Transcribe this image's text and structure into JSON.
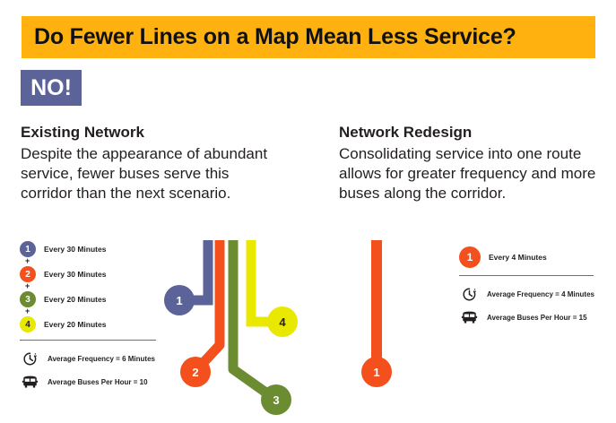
{
  "banner": {
    "title": "Do Fewer Lines on a Map Mean Less Service?",
    "background_color": "#FFB20F"
  },
  "answer_badge": {
    "text": "NO!",
    "background_color": "#5B6399",
    "text_color": "#FFFFFF"
  },
  "columns": {
    "left": {
      "heading": "Existing Network",
      "body": "Despite the appearance of abundant service, fewer buses serve this corridor than the next scenario."
    },
    "right": {
      "heading": "Network Redesign",
      "body": "Consolidating service into one route allows for greater frequency and more buses along the corridor."
    }
  },
  "legend_left": {
    "routes": [
      {
        "number": "1",
        "label": "Every 30 Minutes",
        "color": "#5B6399",
        "text_color": "#FFFFFF"
      },
      {
        "number": "2",
        "label": "Every 30 Minutes",
        "color": "#F4501E",
        "text_color": "#FFFFFF"
      },
      {
        "number": "3",
        "label": "Every 20 Minutes",
        "color": "#6B8C30",
        "text_color": "#FFFFFF"
      },
      {
        "number": "4",
        "label": "Every 20 Minutes",
        "color": "#E8E800",
        "text_color": "#231F20"
      }
    ],
    "plus_symbol": "+",
    "summary": [
      {
        "icon": "clock-icon",
        "label": "Average Frequency = 6 Minutes"
      },
      {
        "icon": "bus-icon",
        "label": "Average Buses Per Hour = 10"
      }
    ]
  },
  "legend_right": {
    "routes": [
      {
        "number": "1",
        "label": "Every 4 Minutes",
        "color": "#F4501E",
        "text_color": "#FFFFFF"
      }
    ],
    "summary": [
      {
        "icon": "clock-icon",
        "label": "Average Frequency = 4 Minutes"
      },
      {
        "icon": "bus-icon",
        "label": "Average Buses Per Hour = 15"
      }
    ]
  },
  "diagram_left": {
    "title": "existing-network-route-map",
    "lines": [
      {
        "number": "1",
        "color": "#5B6399",
        "text_color": "#FFFFFF"
      },
      {
        "number": "2",
        "color": "#F4501E",
        "text_color": "#FFFFFF"
      },
      {
        "number": "3",
        "color": "#6B8C30",
        "text_color": "#FFFFFF"
      },
      {
        "number": "4",
        "color": "#E8E800",
        "text_color": "#231F20"
      }
    ]
  },
  "diagram_right": {
    "title": "redesign-network-route-map",
    "lines": [
      {
        "number": "1",
        "color": "#F4501E",
        "text_color": "#FFFFFF"
      }
    ]
  }
}
